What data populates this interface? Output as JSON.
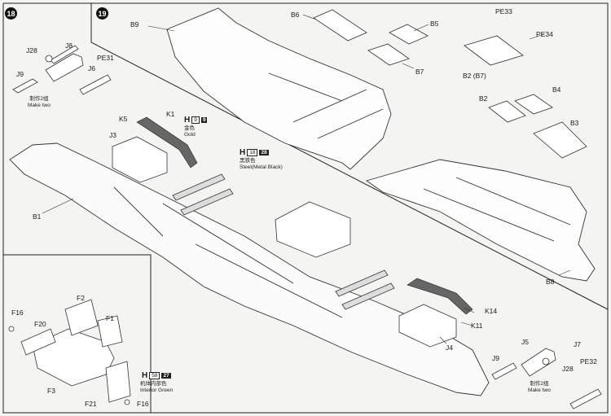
{
  "steps": {
    "step18": "18",
    "step19": "19"
  },
  "parts": {
    "B1": "B1",
    "B2": "B2",
    "B2b": "B2 (B7)",
    "B3": "B3",
    "B4": "B4",
    "B5": "B5",
    "B6": "B6",
    "B7": "B7",
    "B8": "B8",
    "B9": "B9",
    "F1": "F1",
    "F2": "F2",
    "F3": "F3",
    "F16a": "F16",
    "F16b": "F16",
    "F20": "F20",
    "F21": "F21",
    "J3": "J3",
    "J4": "J4",
    "J5": "J5",
    "J6": "J6",
    "J7": "J7",
    "J8": "J8",
    "J9a": "J9",
    "J9b": "J9",
    "J28a": "J28",
    "J28b": "J28",
    "K1": "K1",
    "K5": "K5",
    "K11": "K11",
    "K14": "K14",
    "PE31": "PE31",
    "PE32": "PE32",
    "PE33": "PE33",
    "PE34": "PE34"
  },
  "notes": {
    "make_two_cn_left": "制作2组",
    "make_two_left": "Make two",
    "make_two_cn_right": "制作2组",
    "make_two_right": "Make two",
    "gold_cn": "金色",
    "gold": "Gold",
    "steel_cn": "黑铁色",
    "steel": "Steel(Metal Black)",
    "green_cn": "机体内部色",
    "green": "Interior Green"
  },
  "paints": {
    "gold": {
      "h": "H",
      "code1": "9",
      "code2": "9"
    },
    "steel": {
      "h": "H",
      "code1": "18",
      "code2": "28"
    },
    "green": {
      "h": "H",
      "code1": "58",
      "code2": "27"
    }
  }
}
